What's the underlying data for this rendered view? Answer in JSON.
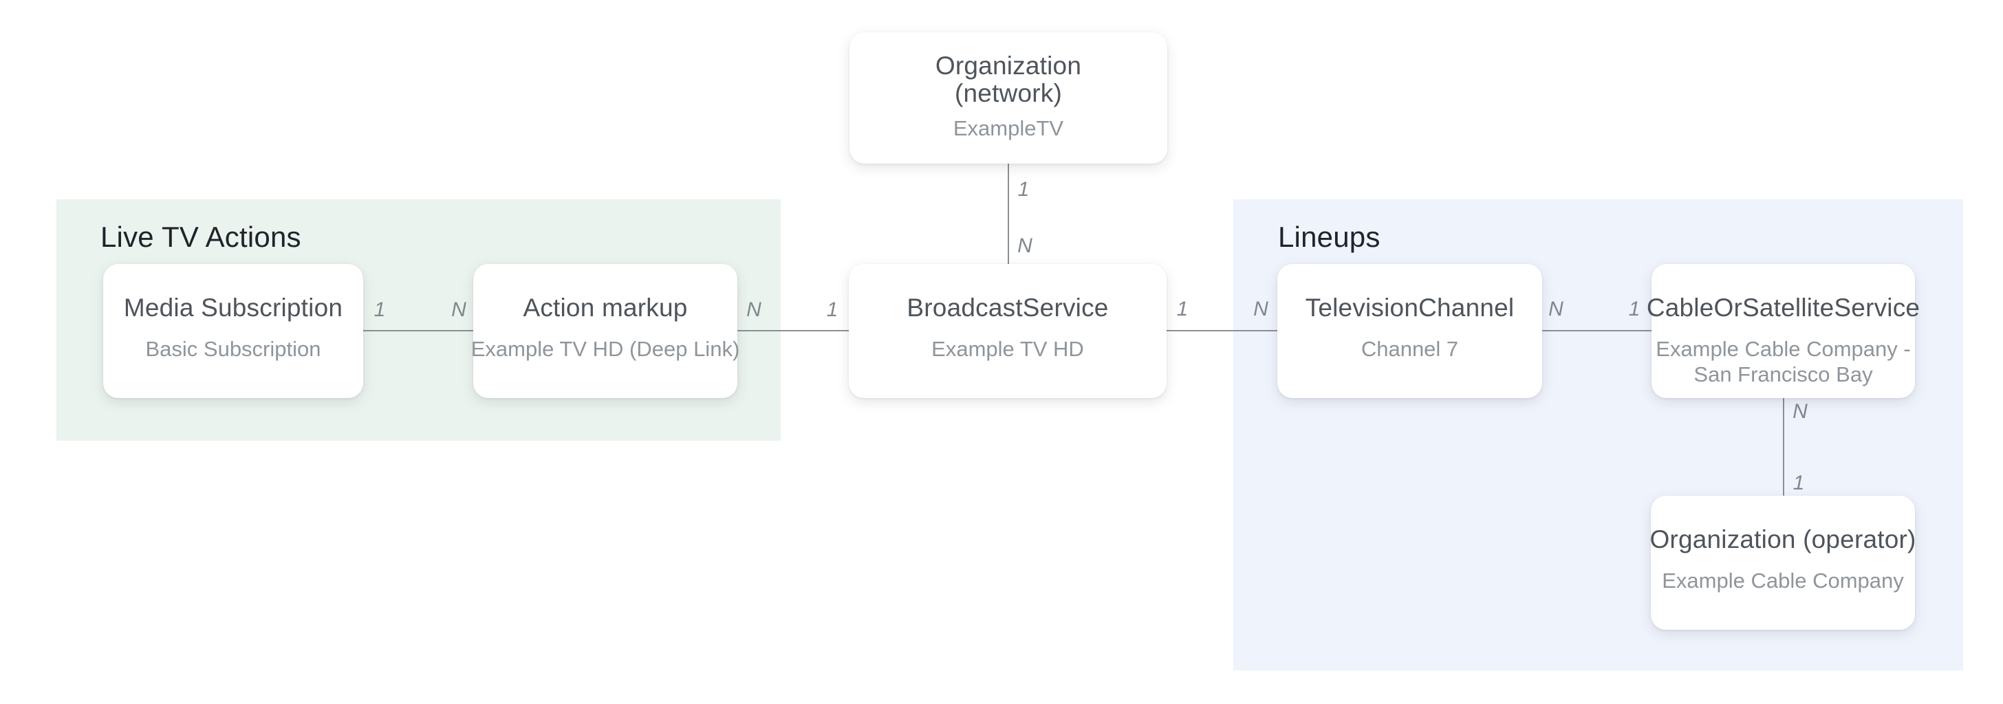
{
  "panels": {
    "live_tv_actions": {
      "label": "Live TV Actions"
    },
    "lineups": {
      "label": "Lineups"
    }
  },
  "nodes": {
    "organization_network": {
      "title_line1": "Organization",
      "title_line2": "(network)",
      "subtitle": "ExampleTV"
    },
    "media_subscription": {
      "title": "Media Subscription",
      "subtitle": "Basic Subscription"
    },
    "action_markup": {
      "title": "Action markup",
      "subtitle": "Example TV HD (Deep Link)"
    },
    "broadcast_service": {
      "title": "BroadcastService",
      "subtitle": "Example TV HD"
    },
    "television_channel": {
      "title": "TelevisionChannel",
      "subtitle": "Channel 7"
    },
    "cable_or_satellite_service": {
      "title": "CableOrSatelliteService",
      "subtitle_line1": "Example Cable Company -",
      "subtitle_line2": "San Francisco Bay"
    },
    "organization_operator": {
      "title": "Organization (operator)",
      "subtitle": "Example Cable Company"
    }
  },
  "connectors": {
    "network_to_broadcast": {
      "start_label": "1",
      "end_label": "N"
    },
    "media_to_action": {
      "start_label": "1",
      "end_label": "N"
    },
    "action_to_broadcast": {
      "start_label": "N",
      "end_label": "1"
    },
    "broadcast_to_channel": {
      "start_label": "1",
      "end_label": "N"
    },
    "channel_to_cable": {
      "start_label": "N",
      "end_label": "1"
    },
    "cable_to_operator": {
      "start_label": "N",
      "end_label": "1"
    }
  },
  "colors": {
    "canvas_bg": "#ffffff",
    "panel_green": "#ebf3ee",
    "panel_blue": "#eff3fc",
    "node_bg": "#ffffff",
    "node_title": "#4e545b",
    "node_subtitle": "#8e959b",
    "panel_label": "#202328",
    "line": "#8a9096",
    "cardinality": "#81878d"
  }
}
